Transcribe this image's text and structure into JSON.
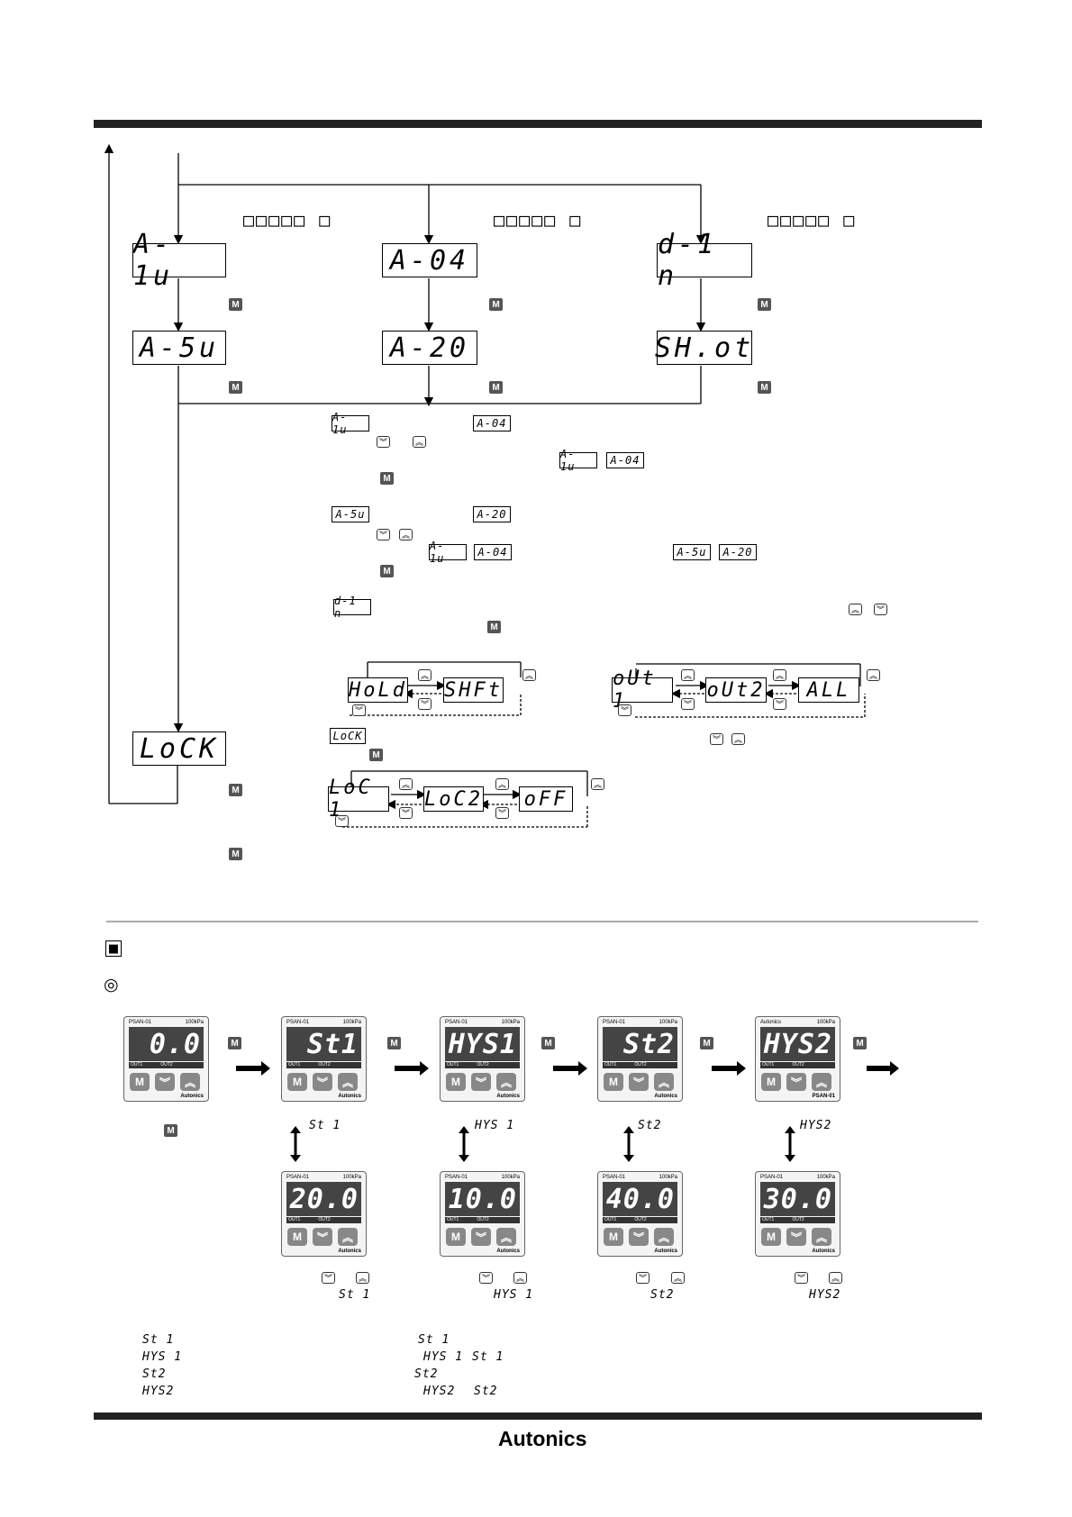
{
  "flow": {
    "mode_digits": "□□□□□ □",
    "col1": {
      "top": "A- 1u",
      "bottom": "A-5u"
    },
    "col2": {
      "top": "A-04",
      "bottom": "A-20"
    },
    "col3": {
      "top": "d-1 n",
      "bottom": "SH.ot"
    },
    "lock": "LoCK",
    "inline": {
      "a1u": "A- 1u",
      "a04": "A-04",
      "a5u": "A-5u",
      "a20": "A-20",
      "din": "d-1 n",
      "lock": "LoCK"
    },
    "shift_chain": [
      "HoLd",
      "SHFt"
    ],
    "out_chain": [
      "oUt 1",
      "oUt2",
      "ALL"
    ],
    "lock_chain": [
      "LoC 1",
      "LoC2",
      "oFF"
    ]
  },
  "keys": {
    "m": "M",
    "up": "︽",
    "down": "︾"
  },
  "section_markers": {
    "square": "■",
    "circle": "◎"
  },
  "devices": [
    {
      "model": "PSAN-01",
      "range": "100kPa",
      "display": "0.0",
      "brand": "Autonics"
    },
    {
      "model": "PSAN-01",
      "range": "100kPa",
      "display": "St1",
      "brand": "Autonics"
    },
    {
      "model": "PSAN-01",
      "range": "100kPa",
      "display": "HYS1",
      "brand": "Autonics"
    },
    {
      "model": "PSAN-01",
      "range": "100kPa",
      "display": "St2",
      "brand": "Autonics"
    },
    {
      "model": "PSAN-01",
      "range": "100kPa",
      "display": "HYS2",
      "brand": "Autonics"
    }
  ],
  "devices_bottom": [
    {
      "model": "PSAN-01",
      "range": "100kPa",
      "display": "20.0",
      "brand": "Autonics"
    },
    {
      "model": "PSAN-01",
      "range": "100kPa",
      "display": "10.0",
      "brand": "Autonics"
    },
    {
      "model": "PSAN-01",
      "range": "100kPa",
      "display": "40.0",
      "brand": "Autonics"
    },
    {
      "model": "PSAN-01",
      "range": "100kPa",
      "display": "30.0",
      "brand": "Autonics"
    }
  ],
  "param_labels": [
    "St 1",
    "HYS 1",
    "St2",
    "HYS2"
  ],
  "out_labels": {
    "out1": "OUT1",
    "out2": "OUT2"
  },
  "notes_left": [
    "St 1",
    "HYS 1",
    "St2",
    "HYS2"
  ],
  "notes_right": [
    "St 1",
    "HYS 1",
    "St 1",
    "St2",
    "HYS2",
    "St2"
  ],
  "footer": {
    "brand": "Autonics"
  }
}
